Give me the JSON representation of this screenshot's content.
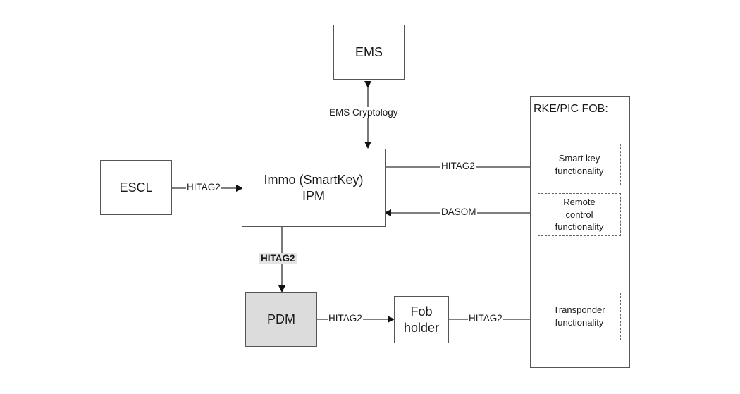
{
  "diagram": {
    "nodes": {
      "ems": {
        "label": "EMS"
      },
      "immo": {
        "line1": "Immo (SmartKey)",
        "line2": "IPM"
      },
      "escl": {
        "label": "ESCL"
      },
      "pdm": {
        "label": "PDM",
        "fill": "#dcdcdc"
      },
      "fob_holder": {
        "line1": "Fob",
        "line2": "holder"
      },
      "rke_fob": {
        "title": "RKE/PIC FOB:",
        "functions": [
          {
            "line1": "Smart key",
            "line2": "functionality"
          },
          {
            "line1": "Remote",
            "line2": "control",
            "line3": "functionality"
          },
          {
            "line1": "Transponder",
            "line2": "functionality"
          }
        ]
      }
    },
    "edges": {
      "ems_immo": {
        "label": "EMS Cryptology",
        "direction": "bidirectional"
      },
      "escl_immo": {
        "label": "HITAG2",
        "direction": "bidirectional"
      },
      "immo_smartkey": {
        "label": "HITAG2",
        "direction": "immo-to-fob"
      },
      "remote_immo": {
        "label": "DASOM",
        "direction": "fob-to-immo"
      },
      "immo_pdm": {
        "label": "HITAG2",
        "direction": "bidirectional",
        "highlighted": true
      },
      "pdm_fobholder": {
        "label": "HITAG2",
        "direction": "bidirectional"
      },
      "fobholder_transponder": {
        "label": "HITAG2",
        "direction": "bidirectional"
      }
    }
  }
}
